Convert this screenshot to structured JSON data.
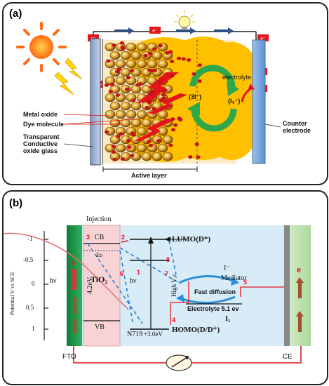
{
  "panel_a": {
    "label": "(a)",
    "electron": "e⁻",
    "electrolyte_label": "electrolyte",
    "metal_oxide": "Metal oxide",
    "dye_molecule": "Dye molecule",
    "tco_line1": "Transparent",
    "tco_line2": "Conductive",
    "tco_line3": "oxide glass",
    "active_layer": "Active layer",
    "counter_line1": "Counter",
    "counter_line2": "electrode",
    "triiodide_left": "(3I⁻)",
    "triiodide_right": "(I₃⁻)"
  },
  "panel_b": {
    "label": "(b)",
    "injection": "Injection",
    "cb": "CB",
    "ef": "Eᴅ",
    "tio2": "TiO₂",
    "gap": "4.2eV",
    "vb": "VB",
    "hv_left": "hν",
    "hv_mid": "hν",
    "lumo": "LUMO(D*)",
    "homo": "HOMO(D/D⁺)",
    "n719": "N719",
    "n719_gap": "+3.0eV",
    "high_voc": "High Vₒᴄ",
    "iminus": "I⁻",
    "mediator": "Mediator",
    "fast_diffusion": "Fast diffusion",
    "electrolyte": "Electrolyte 5.1 ev",
    "i3": "I₃",
    "fto": "FTO",
    "ce": "CE",
    "e_left": "e",
    "e_right": "e",
    "axis_label": "Potential V vs SCE",
    "ticks": [
      "-1",
      "-0.5",
      "0",
      "0.5",
      "1"
    ],
    "steps": [
      "1",
      "2",
      "3",
      "4",
      "5",
      "6",
      "7",
      "8"
    ]
  }
}
